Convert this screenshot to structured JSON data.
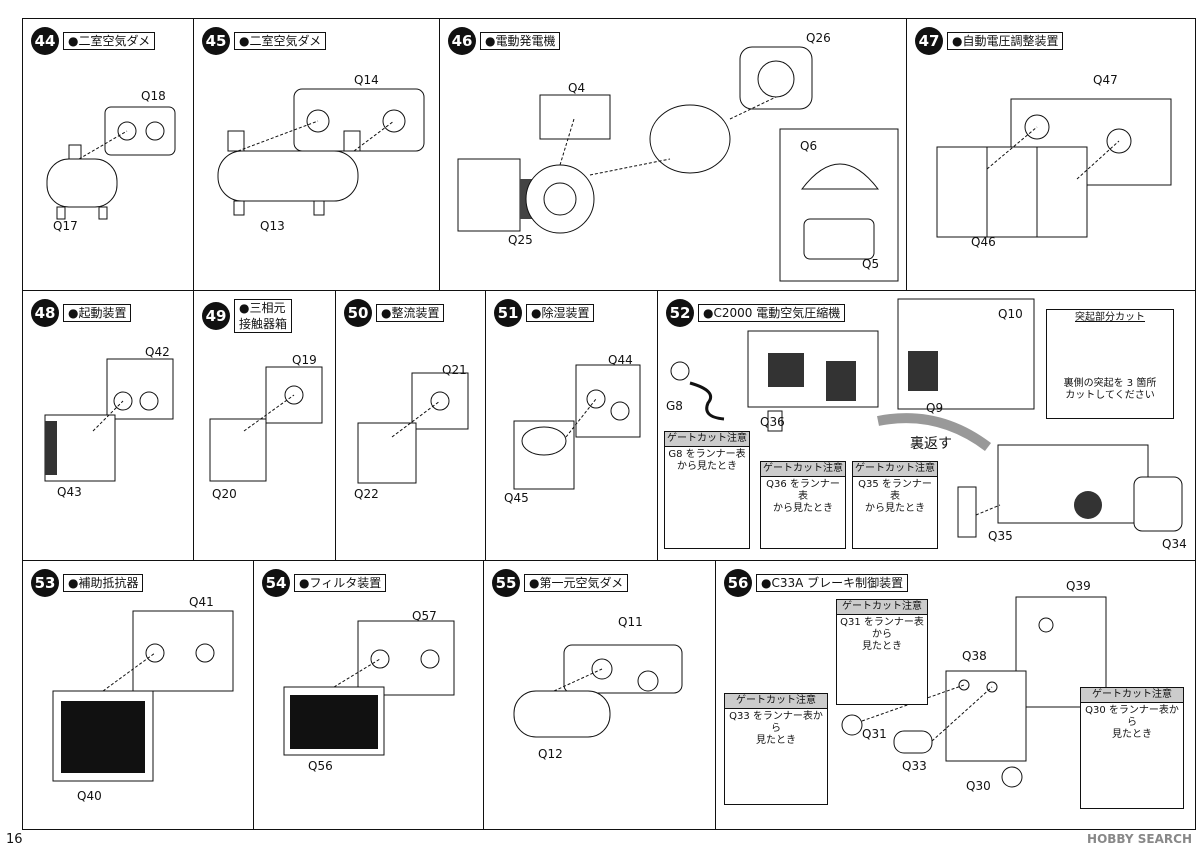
{
  "page_number": "16",
  "watermark": "HOBBY SEARCH",
  "steps": {
    "s44": {
      "num": "44",
      "title": "●二室空気ダメ",
      "parts": [
        "Q18",
        "Q17"
      ]
    },
    "s45": {
      "num": "45",
      "title": "●二室空気ダメ",
      "parts": [
        "Q14",
        "Q13"
      ]
    },
    "s46": {
      "num": "46",
      "title": "●電動発電機",
      "parts": [
        "Q26",
        "Q4",
        "Q6",
        "Q25",
        "Q5"
      ]
    },
    "s47": {
      "num": "47",
      "title": "●自動電圧調整装置",
      "parts": [
        "Q47",
        "Q46"
      ]
    },
    "s48": {
      "num": "48",
      "title": "●起動装置",
      "parts": [
        "Q42",
        "Q43"
      ]
    },
    "s49": {
      "num": "49",
      "title": "●三相元\n接触器箱",
      "parts": [
        "Q19",
        "Q20"
      ]
    },
    "s50": {
      "num": "50",
      "title": "●整流装置",
      "parts": [
        "Q21",
        "Q22"
      ]
    },
    "s51": {
      "num": "51",
      "title": "●除湿装置",
      "parts": [
        "Q44",
        "Q45"
      ]
    },
    "s52": {
      "num": "52",
      "title": "●C2000 電動空気圧縮機",
      "parts": [
        "Q10",
        "Q9",
        "G8",
        "Q36",
        "Q35",
        "Q34"
      ],
      "cut_title": "突起部分カット",
      "cut_text": "裏側の突起を 3 箇所\nカットしてください",
      "flip": "裏返す",
      "notes": [
        {
          "head": "ゲートカット注意",
          "body": "G8 をランナー表\nから見たとき"
        },
        {
          "head": "ゲートカット注意",
          "body": "Q36 をランナー表\nから見たとき"
        },
        {
          "head": "ゲートカット注意",
          "body": "Q35 をランナー表\nから見たとき"
        }
      ]
    },
    "s53": {
      "num": "53",
      "title": "●補助抵抗器",
      "parts": [
        "Q41",
        "Q40"
      ]
    },
    "s54": {
      "num": "54",
      "title": "●フィルタ装置",
      "parts": [
        "Q57",
        "Q56"
      ]
    },
    "s55": {
      "num": "55",
      "title": "●第一元空気ダメ",
      "parts": [
        "Q11",
        "Q12"
      ]
    },
    "s56": {
      "num": "56",
      "title": "●C33A ブレーキ制御装置",
      "parts": [
        "Q39",
        "Q38",
        "Q31",
        "Q33",
        "Q30"
      ],
      "notes": [
        {
          "head": "ゲートカット注意",
          "body": "Q31 をランナー表から\n見たとき"
        },
        {
          "head": "ゲートカット注意",
          "body": "Q33 をランナー表から\n見たとき"
        },
        {
          "head": "ゲートカット注意",
          "body": "Q30 をランナー表から\n見たとき"
        }
      ]
    }
  }
}
